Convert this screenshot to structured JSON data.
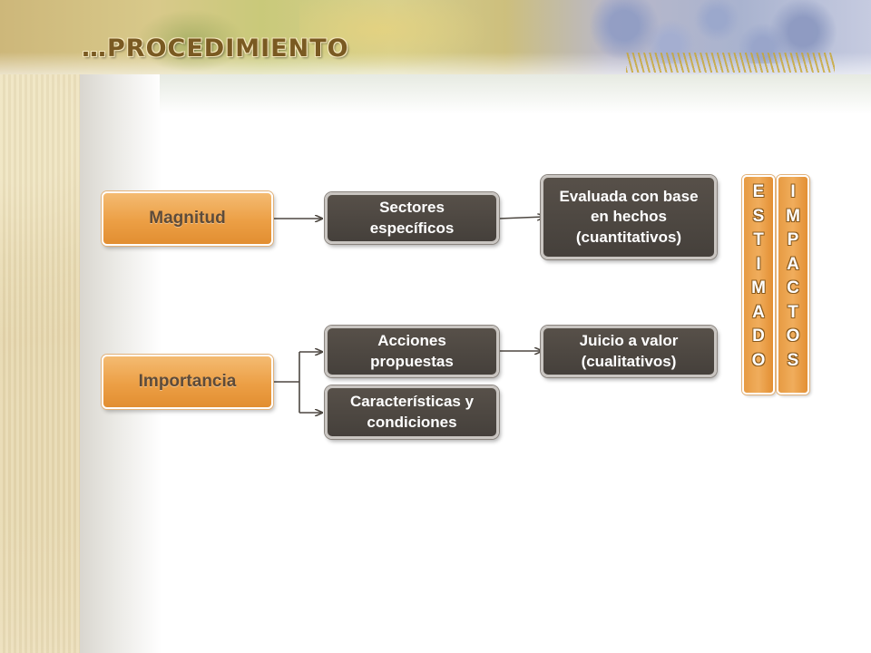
{
  "slide": {
    "title": "…PROCEDIMIENTO"
  },
  "diagram": {
    "magnitud": "Magnitud",
    "importancia": "Importancia",
    "sectores": [
      "Sectores",
      "específicos"
    ],
    "evaluada": [
      "Evaluada con base",
      "en hechos",
      "(cuantitativos)"
    ],
    "acciones": [
      "Acciones",
      "propuestas"
    ],
    "caracteristicas": [
      "Características y",
      "condiciones"
    ],
    "juicio": [
      "Juicio a valor",
      "(cualitativos)"
    ],
    "estimado_letters": [
      "E",
      "S",
      "T",
      "I",
      "M",
      "A",
      "D",
      "O"
    ],
    "impactos_letters": [
      "I",
      "M",
      "P",
      "A",
      "C",
      "T",
      "O",
      "S"
    ]
  },
  "colors": {
    "orange_box": "#ec9f45",
    "dark_box": "#4d4741",
    "connector": "#4d4741",
    "title": "#7a5a22"
  }
}
